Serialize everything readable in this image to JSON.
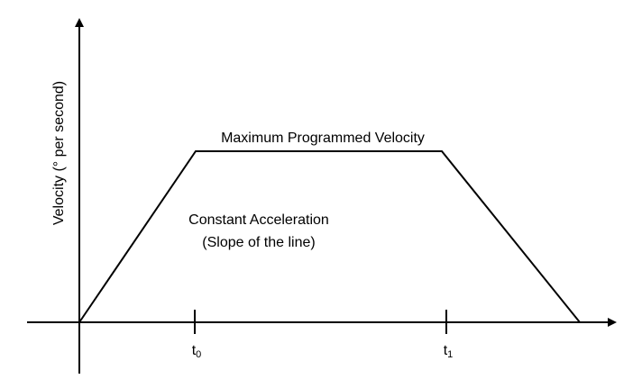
{
  "diagram": {
    "title_label": "Maximum Programmed Velocity",
    "accel_label_line1": "Constant Acceleration",
    "accel_label_line2": "(Slope of the line)",
    "y_axis_label": "Velocity (° per second)",
    "ticks": [
      {
        "base": "t",
        "sub": "0"
      },
      {
        "base": "t",
        "sub": "1"
      }
    ]
  }
}
